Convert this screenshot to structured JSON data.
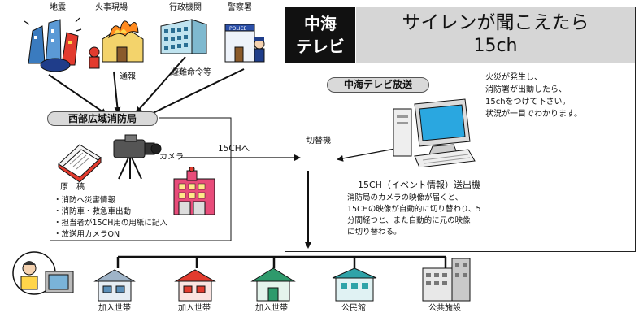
{
  "sources": {
    "earthquake": "地震",
    "fire_scene": "火事現場",
    "government": "行政機関",
    "police": "警察署"
  },
  "edge_labels": {
    "report": "通報",
    "evacuation": "避難命令等",
    "to_15ch": "15CHへ",
    "switch": "切替機"
  },
  "fire_dept": {
    "title": "西部広域消防局",
    "manuscript": "原　稿",
    "camera": "カメラ",
    "notes": [
      "・消防へ災害情報",
      "・消防車・救急車出動",
      "・担当者が15CH用の用紙に記入",
      "・放送用カメラON"
    ]
  },
  "broadcaster": {
    "logo_line1": "中海",
    "logo_line2": "テレビ",
    "headline_line1": "サイレンが聞こえたら",
    "headline_line2": "15ch",
    "badge": "中海テレビ放送",
    "message": [
      "火災が発生し、",
      "消防署が出動したら、",
      "15chをつけて下さい。",
      "状況が一目でわかります。"
    ],
    "transmitter_title": "15CH（イベント情報）送出機",
    "transmitter_desc": [
      "消防局のカメラの映像が届くと、",
      "15CHの映像が自動的に切り替わり、5",
      "分間経つと、また自動的に元の映像",
      "に切り替わる。"
    ]
  },
  "receivers": [
    "加入世帯",
    "加入世帯",
    "加入世帯",
    "公民館",
    "公共施設"
  ],
  "colors": {
    "logo_bg": "#111111",
    "headline_bg": "#d6d6d6",
    "badge_bg": "#d9d9d9",
    "fire_red": "#e23b2e",
    "building_blue": "#3a7bbf",
    "building_green": "#2e9a6c",
    "building_teal": "#2fa3a8"
  }
}
